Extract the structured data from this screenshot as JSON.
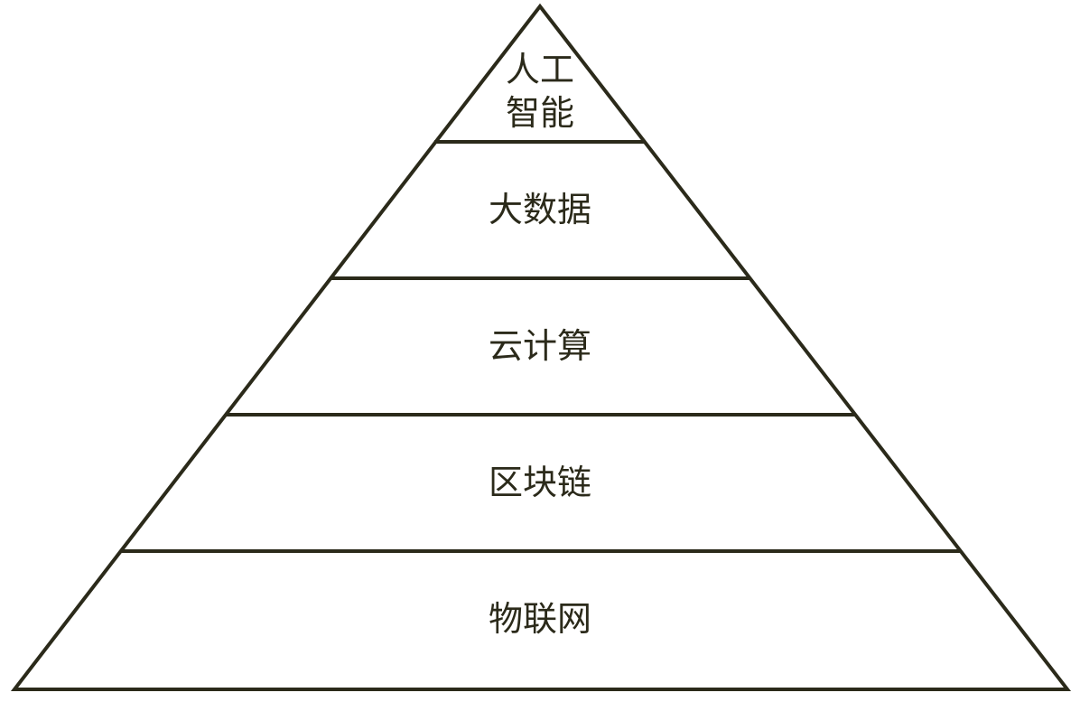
{
  "diagram": {
    "type": "pyramid",
    "stroke_color": "#2b2a1a",
    "text_color": "#2b2a1a",
    "tiers_top_to_bottom": [
      {
        "lines": [
          "人工",
          "智能"
        ]
      },
      {
        "lines": [
          "大数据"
        ]
      },
      {
        "lines": [
          "云计算"
        ]
      },
      {
        "lines": [
          "区块链"
        ]
      },
      {
        "lines": [
          "物联网"
        ]
      }
    ]
  }
}
